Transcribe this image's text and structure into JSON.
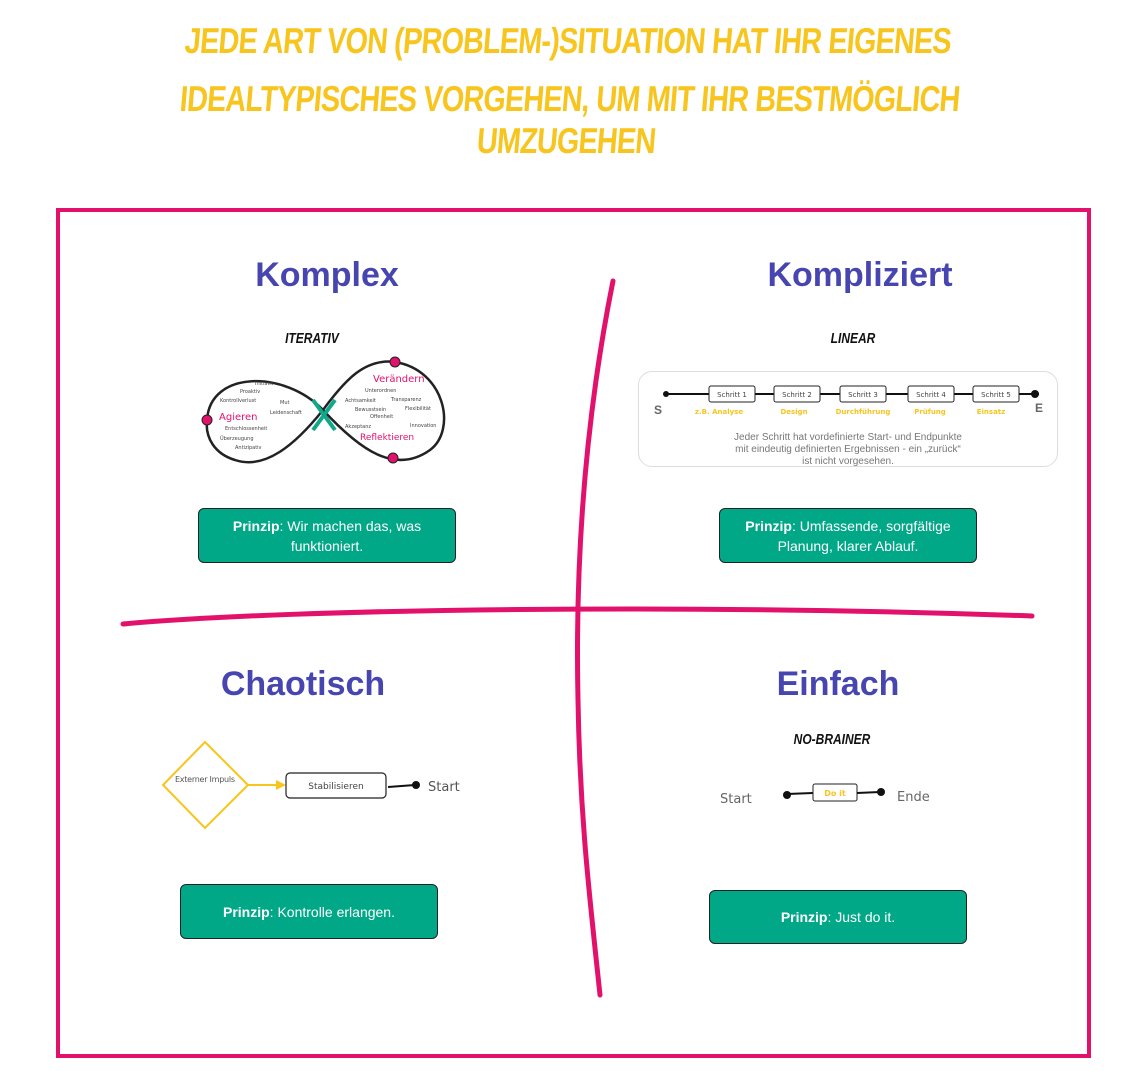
{
  "title": {
    "line1": "Jede Art von (Problem-)Situation hat ihr eigenes",
    "line2": "idealtypisches Vorgehen, um mit ihr bestmöglich umzugehen"
  },
  "colors": {
    "title": "#F7C51E",
    "frame": "#E2126C",
    "heading": "#4746B0",
    "button": "#00A887"
  },
  "quadrants": {
    "komplex": {
      "heading": "Komplex",
      "subtitle": "ITERATIV",
      "principle_label": "Prinzip",
      "principle_text": ": Wir machen das, was funktioniert.",
      "diagram": {
        "left_label": "Agieren",
        "right_top": "Verändern",
        "right_bottom": "Reflektieren",
        "left_words": [
          "Initiativ",
          "Proaktiv",
          "Kontrollverlust",
          "Mut",
          "Leidenschaft",
          "Entschlossenheit",
          "Überzeugung",
          "Antizipativ"
        ],
        "right_words": [
          "Unterordnen",
          "Achtsamkeit",
          "Transparenz",
          "Bewusstsein",
          "Flexibilität",
          "Offenheit",
          "Akzeptanz",
          "Innovation"
        ]
      }
    },
    "kompliziert": {
      "heading": "Kompliziert",
      "subtitle": "LINEAR",
      "principle_label": "Prinzip",
      "principle_text": ": Umfassende, sorgfältige Planung, klarer Ablauf.",
      "diagram": {
        "start": "S",
        "end": "E",
        "steps": [
          "Schritt 1",
          "Schritt 2",
          "Schritt 3",
          "Schritt 4",
          "Schritt 5"
        ],
        "phases": [
          "z.B. Analyse",
          "Design",
          "Durchführung",
          "Prüfung",
          "Einsatz"
        ],
        "note": "Jeder Schritt hat vordefinierte Start- und Endpunkte mit eindeutig definierten Ergebnissen - ein „zurück“ ist nicht vorgesehen."
      }
    },
    "chaotisch": {
      "heading": "Chaotisch",
      "principle_label": "Prinzip",
      "principle_text": ": Kontrolle erlangen.",
      "diagram": {
        "impulse": "Externer Impuls",
        "box": "Stabilisieren",
        "start": "Start"
      }
    },
    "einfach": {
      "heading": "Einfach",
      "subtitle": "NO-BRAINER",
      "principle_label": "Prinzip",
      "principle_text": ": Just do it.",
      "diagram": {
        "start": "Start",
        "box": "Do it",
        "end": "Ende"
      }
    }
  }
}
